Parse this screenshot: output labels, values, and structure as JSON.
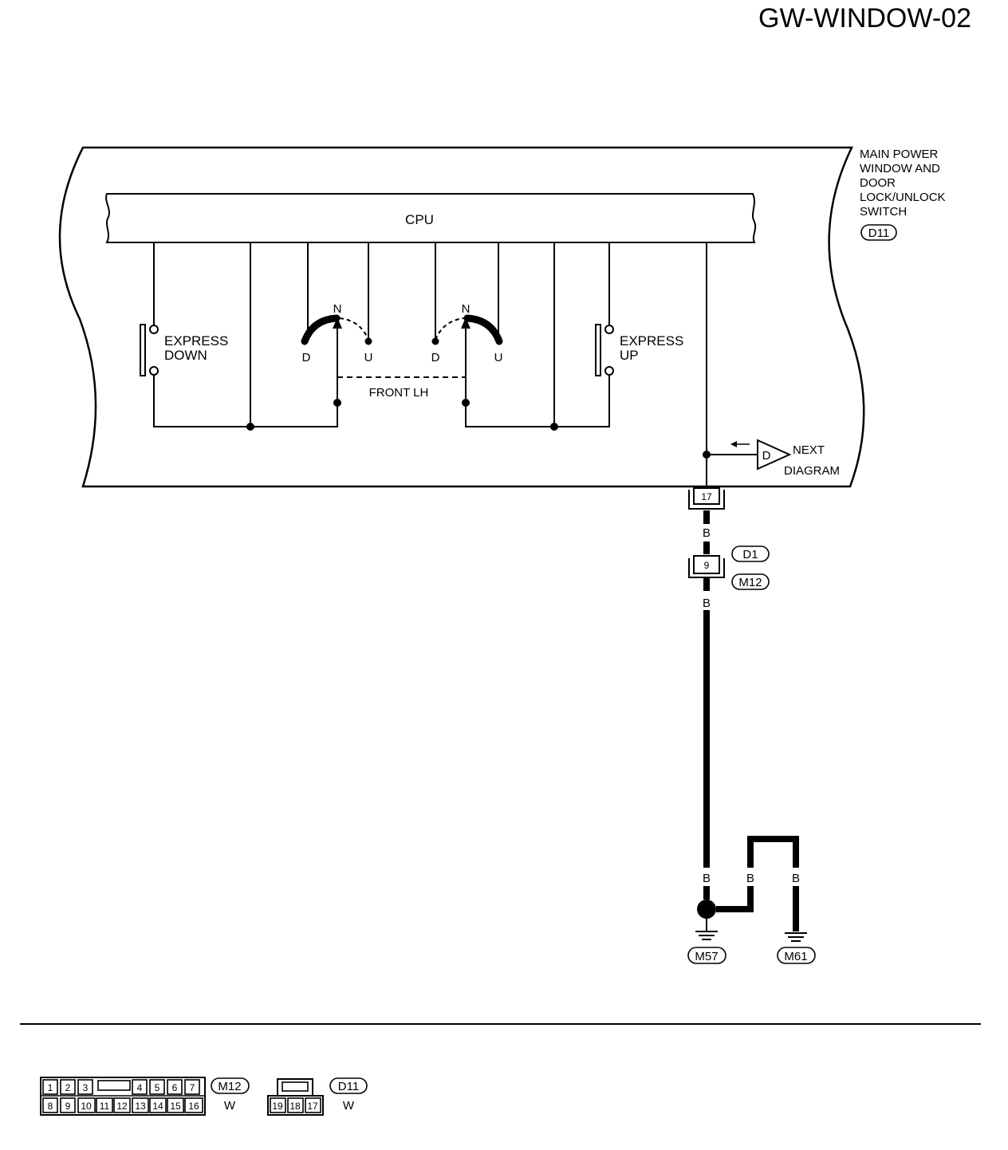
{
  "diagram": {
    "title": "GW-WINDOW-02",
    "component": {
      "name_lines": [
        "MAIN POWER",
        "WINDOW AND",
        "DOOR",
        "LOCK/UNLOCK",
        "SWITCH"
      ],
      "connector": "D11"
    },
    "cpu_label": "CPU",
    "express_down": [
      "EXPRESS",
      "DOWN"
    ],
    "express_up": [
      "EXPRESS",
      "UP"
    ],
    "switch_left": {
      "n": "N",
      "d": "D",
      "u": "U"
    },
    "switch_right": {
      "n": "N",
      "d": "D",
      "u": "U"
    },
    "front_lh": "FRONT LH",
    "next_diagram": {
      "letter": "D",
      "lines": [
        "NEXT",
        "DIAGRAM"
      ]
    },
    "terminals": {
      "t17": "17",
      "t9": "9"
    },
    "junction_connectors": {
      "upper": "D1",
      "lower": "M12"
    },
    "wire_colors": {
      "w1": "B",
      "w2": "B",
      "w3": "B",
      "w4": "B",
      "w5": "B"
    },
    "grounds": {
      "left": "M57",
      "right": "M61"
    }
  },
  "connector_views": {
    "m12": {
      "top_row": [
        "1",
        "2",
        "3",
        "4",
        "5",
        "6",
        "7"
      ],
      "bottom_row": [
        "8",
        "9",
        "10",
        "11",
        "12",
        "13",
        "14",
        "15",
        "16"
      ],
      "label": "M12",
      "color": "W"
    },
    "d11": {
      "bottom_row": [
        "19",
        "18",
        "17"
      ],
      "label": "D11",
      "color": "W"
    }
  }
}
